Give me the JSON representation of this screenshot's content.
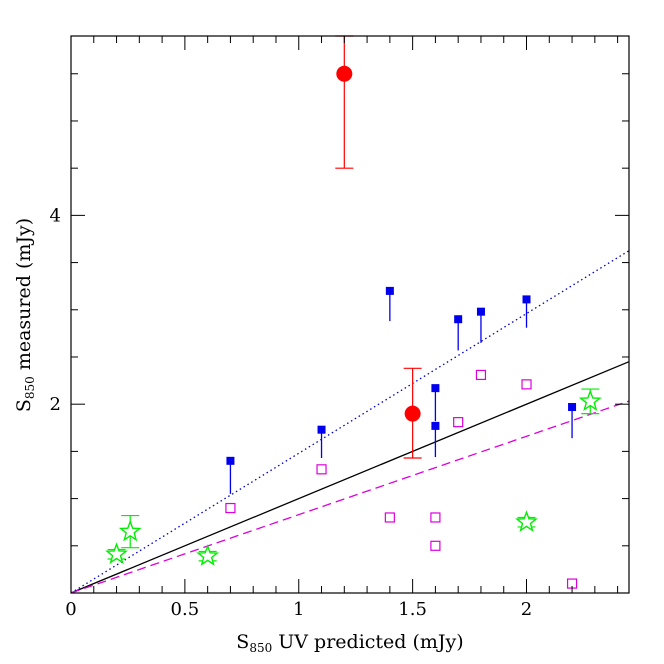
{
  "chart_data": {
    "type": "scatter",
    "title": "",
    "xlabel": {
      "prefix": "S",
      "sub": "850",
      "suffix": " UV predicted (mJy)"
    },
    "ylabel": {
      "prefix": "S",
      "sub": "850",
      "suffix": " measured (mJy)"
    },
    "xlim": [
      0,
      2.45
    ],
    "ylim": [
      0,
      5.9
    ],
    "x_tick_labels": [
      {
        "v": 0,
        "t": "0"
      },
      {
        "v": 0.5,
        "t": "0.5"
      },
      {
        "v": 1,
        "t": "1"
      },
      {
        "v": 1.5,
        "t": "1.5"
      },
      {
        "v": 2,
        "t": "2"
      }
    ],
    "y_tick_labels": [
      {
        "v": 2,
        "t": "2"
      },
      {
        "v": 4,
        "t": "4"
      }
    ],
    "grid": false,
    "lines": [
      {
        "style": "solid",
        "color": "#000000",
        "slope": 1.0
      },
      {
        "style": "dotted",
        "color": "#0000cc",
        "slope": 1.48
      },
      {
        "style": "dashed",
        "color": "#dd00dd",
        "slope": 0.83
      }
    ],
    "series": [
      {
        "marker": "filled-square",
        "color": "#0000ee",
        "points": [
          {
            "x": 0.7,
            "y": 1.4,
            "err_down": 0.35
          },
          {
            "x": 1.1,
            "y": 1.73,
            "err_down": 0.3
          },
          {
            "x": 1.4,
            "y": 3.2,
            "err_down": 0.32
          },
          {
            "x": 1.6,
            "y": 2.17,
            "err_down": 0.35
          },
          {
            "x": 1.6,
            "y": 1.77,
            "err_down": 0.33
          },
          {
            "x": 1.7,
            "y": 2.9,
            "err_down": 0.33
          },
          {
            "x": 1.8,
            "y": 2.98,
            "err_down": 0.33
          },
          {
            "x": 2.0,
            "y": 3.11,
            "err_down": 0.3
          },
          {
            "x": 2.2,
            "y": 1.97,
            "err_down": 0.33
          }
        ]
      },
      {
        "marker": "open-square",
        "color": "#dd00dd",
        "points": [
          {
            "x": 0.7,
            "y": 0.9
          },
          {
            "x": 1.1,
            "y": 1.31
          },
          {
            "x": 1.4,
            "y": 0.8
          },
          {
            "x": 1.6,
            "y": 0.8
          },
          {
            "x": 1.6,
            "y": 0.5
          },
          {
            "x": 1.7,
            "y": 1.81
          },
          {
            "x": 1.8,
            "y": 2.31
          },
          {
            "x": 2.0,
            "y": 2.21
          },
          {
            "x": 2.2,
            "y": 0.1
          }
        ]
      },
      {
        "marker": "filled-circle",
        "color": "#ff0000",
        "points": [
          {
            "x": 1.2,
            "y": 5.5,
            "err_low": 4.5,
            "err_high": 5.9
          },
          {
            "x": 1.5,
            "y": 1.9,
            "err_low": 1.43,
            "err_high": 2.38
          }
        ]
      },
      {
        "marker": "open-star",
        "color": "#00ee00",
        "points": [
          {
            "x": 0.2,
            "y": 0.41,
            "err": 0.05
          },
          {
            "x": 0.26,
            "y": 0.65,
            "err": 0.17
          },
          {
            "x": 0.6,
            "y": 0.39,
            "err": 0.05
          },
          {
            "x": 2.0,
            "y": 0.75,
            "err": 0.05
          },
          {
            "x": 2.28,
            "y": 2.03,
            "err": 0.13
          }
        ]
      }
    ]
  }
}
